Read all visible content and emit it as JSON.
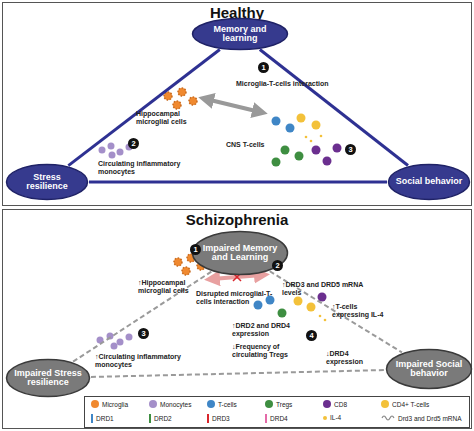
{
  "diagram": {
    "nodes": [
      {
        "text": [
          "Healthy"
        ]
      },
      {
        "text": [
          "Memory and learning"
        ],
        "in": 0
      },
      {
        "text": [
          "Stress resilience"
        ],
        "in": 0
      },
      {
        "text": [
          "Social behavior"
        ],
        "in": 0
      },
      {
        "text": [
          "Schizophrenia"
        ]
      },
      {
        "text": [
          "Impaired Memory and Learning"
        ],
        "in": 4
      },
      {
        "text": [
          "Impaired Stress resilience"
        ],
        "in": 4
      },
      {
        "text": [
          "Impaired Social behavior"
        ],
        "in": 4
      }
    ],
    "edges": [
      {
        "from": 1,
        "to": 2,
        "arrow": "none"
      },
      {
        "from": 1,
        "to": 3,
        "arrow": "none"
      },
      {
        "from": 2,
        "to": 3,
        "arrow": "none"
      },
      {
        "from": 5,
        "to": 6,
        "arrow": "none"
      },
      {
        "from": 5,
        "to": 7,
        "arrow": "none"
      },
      {
        "from": 6,
        "to": 7,
        "arrow": "none"
      }
    ],
    "labels": [
      "1",
      "Microglia-T-cells interaction",
      "Hippocampal microglial cells",
      "2",
      "Circulating inflammatory monocytes",
      "3",
      "CNS T-cells",
      "1",
      "↑Hippocampal microglial cells",
      "2",
      "Disrupted microglial-T-cells interaction",
      "↑DRD3 and DRD5 mRNA levels",
      "3",
      "↑Circulating inflammatory monocytes",
      "↑DRD2 and DRD4 expression",
      "↑T-cells expressing IL-4",
      "4",
      "↓Frequency of circulating Tregs",
      "↓DRD4 expression"
    ],
    "legend": [
      {
        "text": "Microglia",
        "color": "#f0892f"
      },
      {
        "text": "Monocytes",
        "color": "#a48fc9"
      },
      {
        "text": "T-cells",
        "color": "#3f86c6"
      },
      {
        "text": "Tregs",
        "color": "#3e8e41"
      },
      {
        "text": "CD8",
        "color": "#6b2f8f"
      },
      {
        "text": "CD4+ T-cells",
        "color": "#f3c13a"
      },
      {
        "text": "DRD1",
        "color": "#3f86c6"
      },
      {
        "text": "DRD2",
        "color": "#3e8e41"
      },
      {
        "text": "DRD3",
        "color": "#d9262c"
      },
      {
        "text": "DRD4",
        "color": "#e46aa8"
      },
      {
        "text": "IL-4",
        "color": "#f3c13a"
      },
      {
        "text": "Drd3 and Drd5 mRNA"
      }
    ]
  }
}
